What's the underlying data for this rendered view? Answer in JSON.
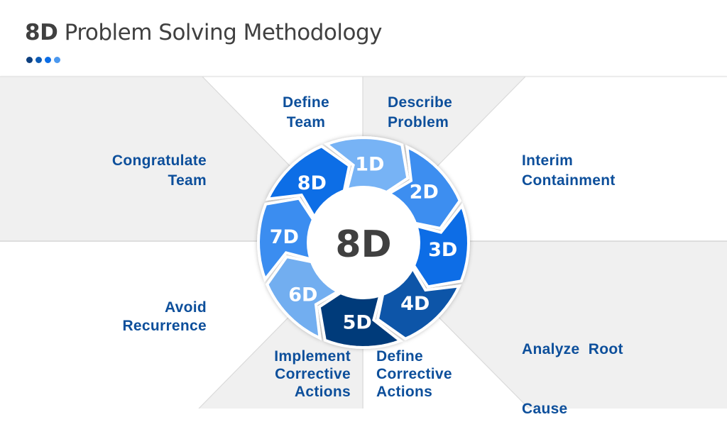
{
  "title": {
    "bold": "8D",
    "rest": " Problem Solving Methodology"
  },
  "dots": [
    "#0d3f7e",
    "#0c5bb5",
    "#0a6de6",
    "#4c98ee"
  ],
  "colors": {
    "panel_grey": "#f0f0f0",
    "label_blue": "#0d4f9b",
    "center_text": "#404040"
  },
  "center": {
    "label": "8D"
  },
  "segments": [
    {
      "id": "1D",
      "label": "1D",
      "color": "#77b3f5"
    },
    {
      "id": "2D",
      "label": "2D",
      "color": "#3d8ef0"
    },
    {
      "id": "3D",
      "label": "3D",
      "color": "#0a6de6"
    },
    {
      "id": "4D",
      "label": "4D",
      "color": "#0c55a8"
    },
    {
      "id": "5D",
      "label": "5D",
      "color": "#063b7a"
    },
    {
      "id": "6D",
      "label": "6D",
      "color": "#72aef0"
    },
    {
      "id": "7D",
      "label": "7D",
      "color": "#3a8df0"
    },
    {
      "id": "8D",
      "label": "8D",
      "color": "#0e6ee6"
    }
  ],
  "steps": {
    "d1": {
      "line1": "Define",
      "line2": "Team"
    },
    "d2": {
      "line1": "Describe",
      "line2": "Problem"
    },
    "d3": {
      "line1": "Interim",
      "line2": "Containment"
    },
    "d4": {
      "line1": "Analyze  Root",
      "line2": "Cause"
    },
    "d5": {
      "line1": "Define",
      "line2": "Corrective",
      "line3": "Actions"
    },
    "d6": {
      "line1": "Implement",
      "line2": "Corrective",
      "line3": "Actions"
    },
    "d7": {
      "line1": "Avoid",
      "line2": "Recurrence"
    },
    "d8": {
      "line1": "Congratulate",
      "line2": "Team"
    }
  }
}
